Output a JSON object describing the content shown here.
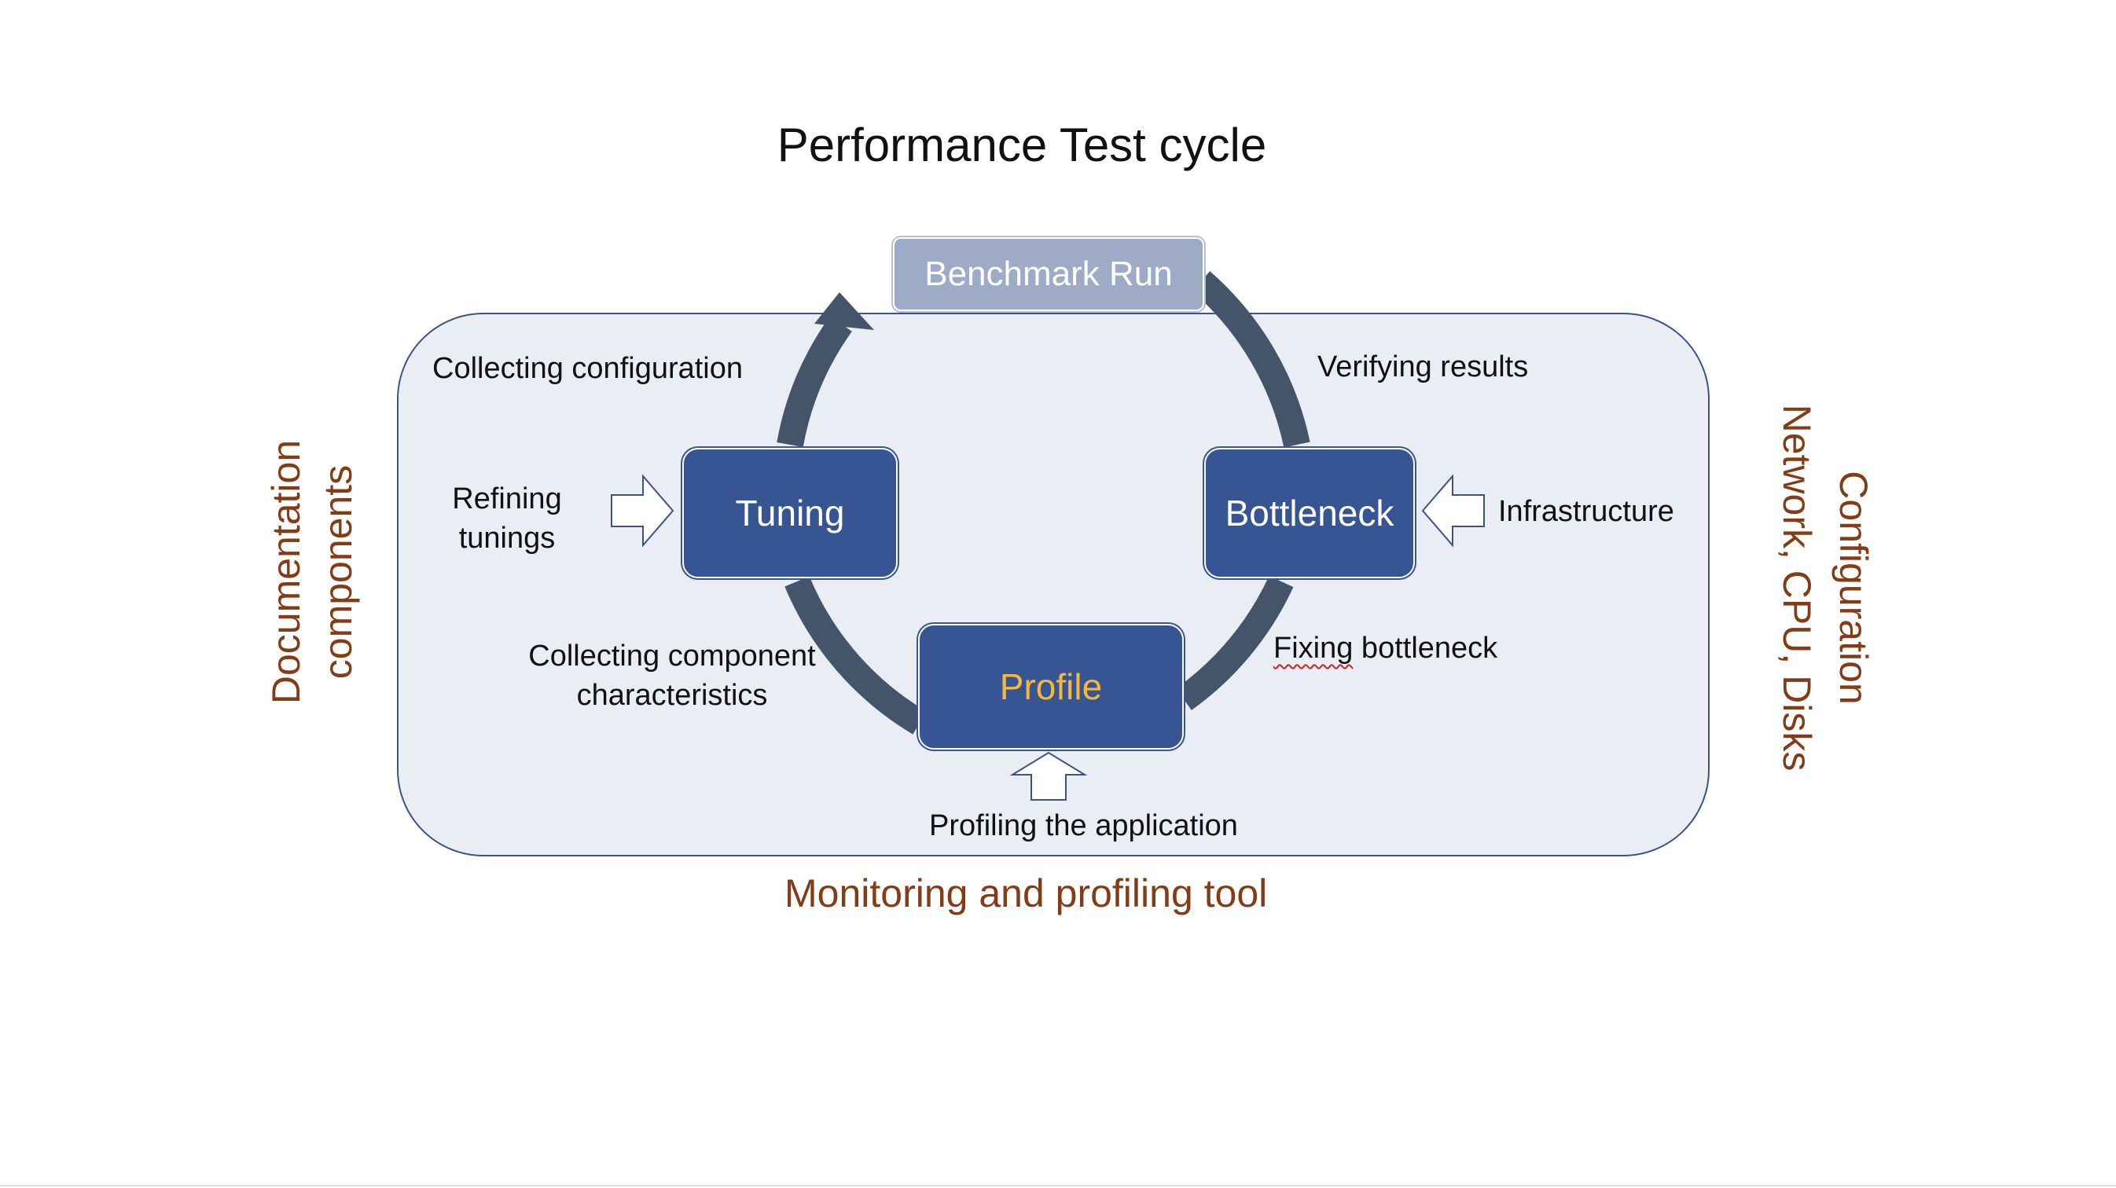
{
  "title": "Performance Test cycle",
  "nodes": {
    "benchmark": "Benchmark Run",
    "tuning": "Tuning",
    "bottleneck": "Bottleneck",
    "profile": "Profile"
  },
  "labels": {
    "collecting_configuration": "Collecting configuration",
    "verifying_results": "Verifying results",
    "refining_line1": "Refining",
    "refining_line2": "tunings",
    "infrastructure": "Infrastructure",
    "collecting_component_line1": "Collecting component",
    "collecting_component_line2": "characteristics",
    "fixing_word": "Fixing",
    "fixing_rest": " bottleneck",
    "profiling_application": "Profiling the application"
  },
  "side_labels": {
    "left_line1": "Documentation",
    "left_line2": "components",
    "right_line1": "Configuration",
    "right_line2": "Network, CPU, Disks",
    "bottom": "Monitoring and profiling tool"
  },
  "colors": {
    "node_fill": "#365592",
    "top_node_fill": "#9dabc6",
    "panel_fill": "#eaedf4",
    "arc": "#44546a",
    "brown_text": "#843c16",
    "profile_text": "#f4b93a"
  },
  "icons": {
    "cycle_arrow": "arrow-head-icon",
    "block_arrows": "outline-block-arrow-icon"
  }
}
